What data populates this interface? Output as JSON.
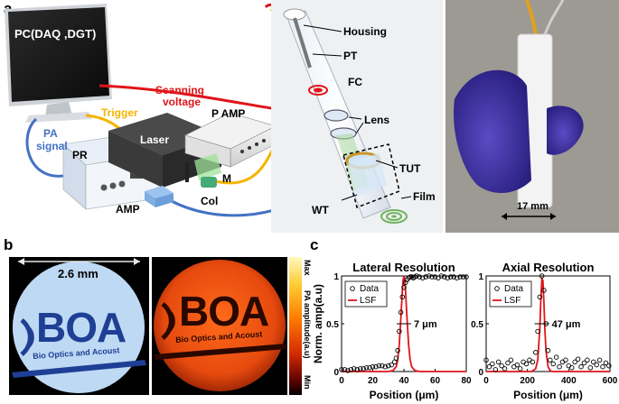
{
  "panels": {
    "a": "a",
    "b": "b",
    "c": "c"
  },
  "schematic": {
    "pc": "PC(DAQ ,DGT)",
    "scanning": "Scanning",
    "voltage": "voltage",
    "trigger": "Trigger",
    "p_amp": "P AMP",
    "laser": "Laser",
    "pa": "PA",
    "signal": "signal",
    "pr": "PR",
    "amp": "AMP",
    "m": "M",
    "col": "Col",
    "housing": "Housing",
    "pt": "PT",
    "fc": "FC",
    "lens": "Lens",
    "tut": "TUT",
    "wt": "WT",
    "film": "Film"
  },
  "photo": {
    "scale": "17 mm"
  },
  "target_images": {
    "scale": "2.6 mm",
    "logo_text": "BOA",
    "logo_subtext": "Bio Optics and Acoust",
    "colorbar_max": "Max",
    "colorbar_min": "Min",
    "colorbar_label": "PA amplitude(a.u)"
  },
  "chart_data": [
    {
      "type": "scatter",
      "title": "Lateral Resolution",
      "xlabel": "Position (μm)",
      "ylabel": "Norm. amp(a.u)",
      "xlim": [
        0,
        80
      ],
      "ylim": [
        0,
        1
      ],
      "xticks": [
        0,
        20,
        40,
        60,
        80
      ],
      "yticks": [
        0,
        0.5,
        1
      ],
      "legend": [
        "Data",
        "LSF"
      ],
      "legend_position": "top-left",
      "annotation": "7 μm",
      "series": [
        {
          "name": "Data",
          "x": [
            0,
            2,
            4,
            6,
            8,
            10,
            12,
            14,
            16,
            18,
            20,
            22,
            24,
            26,
            28,
            30,
            32,
            34,
            35,
            36,
            37,
            38,
            39,
            40,
            41,
            42,
            43,
            44,
            45,
            46,
            47,
            48,
            50,
            52,
            54,
            56,
            58,
            60,
            62,
            64,
            66,
            68,
            70,
            72,
            74,
            76,
            78,
            80
          ],
          "y": [
            0.02,
            0.02,
            0.01,
            0.02,
            0.03,
            0.02,
            0.03,
            0.03,
            0.04,
            0.04,
            0.05,
            0.05,
            0.06,
            0.06,
            0.05,
            0.06,
            0.07,
            0.1,
            0.14,
            0.22,
            0.42,
            0.62,
            0.78,
            0.88,
            0.93,
            0.96,
            0.98,
            0.99,
            0.99,
            0.98,
            0.99,
            1,
            0.99,
            0.98,
            0.99,
            1,
            0.99,
            0.99,
            0.98,
            1,
            0.99,
            0.98,
            0.99,
            0.99,
            0.98,
            0.99,
            0.99,
            0.99
          ]
        },
        {
          "name": "LSF",
          "x": [
            0,
            30,
            33,
            35,
            36,
            37,
            38,
            39,
            39.5,
            40,
            40.5,
            41,
            42,
            43,
            44,
            45,
            47,
            50,
            80
          ],
          "y": [
            0,
            0,
            0.01,
            0.05,
            0.12,
            0.28,
            0.55,
            0.85,
            0.96,
            1,
            0.96,
            0.85,
            0.55,
            0.28,
            0.12,
            0.05,
            0.01,
            0,
            0
          ]
        }
      ]
    },
    {
      "type": "scatter",
      "title": "Axial Resolution",
      "xlabel": "Position (μm)",
      "ylabel": "",
      "xlim": [
        0,
        600
      ],
      "ylim": [
        0,
        1
      ],
      "xticks": [
        0,
        200,
        400,
        600
      ],
      "yticks": [
        0,
        0.5,
        1
      ],
      "legend": [
        "Data",
        "LSF"
      ],
      "legend_position": "top-left",
      "annotation": "47 μm",
      "series": [
        {
          "name": "Data",
          "x": [
            0,
            15,
            30,
            45,
            60,
            75,
            90,
            105,
            120,
            135,
            150,
            165,
            180,
            195,
            210,
            225,
            240,
            250,
            260,
            270,
            280,
            290,
            300,
            310,
            325,
            340,
            355,
            370,
            385,
            400,
            415,
            430,
            445,
            460,
            475,
            490,
            505,
            520,
            535,
            550,
            565,
            580,
            595
          ],
          "y": [
            0.12,
            0.05,
            0.08,
            0.02,
            0.1,
            0.06,
            0.03,
            0.09,
            0.12,
            0.05,
            0.07,
            0.03,
            0.1,
            0.08,
            0.12,
            0.1,
            0.2,
            0.42,
            0.78,
            1,
            0.85,
            0.5,
            0.22,
            0.12,
            0.08,
            0.15,
            0.05,
            0.1,
            0.12,
            0.06,
            0.04,
            0.1,
            0.13,
            0.05,
            0.09,
            0.12,
            0.04,
            0.1,
            0.07,
            0.12,
            0.05,
            0.09,
            0.06
          ]
        },
        {
          "name": "LSF",
          "x": [
            0,
            220,
            240,
            250,
            260,
            265,
            270,
            275,
            280,
            285,
            290,
            300,
            310,
            320,
            600
          ],
          "y": [
            0,
            0,
            0.03,
            0.12,
            0.45,
            0.75,
            0.97,
            0.95,
            0.72,
            0.42,
            0.22,
            0.05,
            0.01,
            0,
            0
          ]
        }
      ]
    }
  ]
}
